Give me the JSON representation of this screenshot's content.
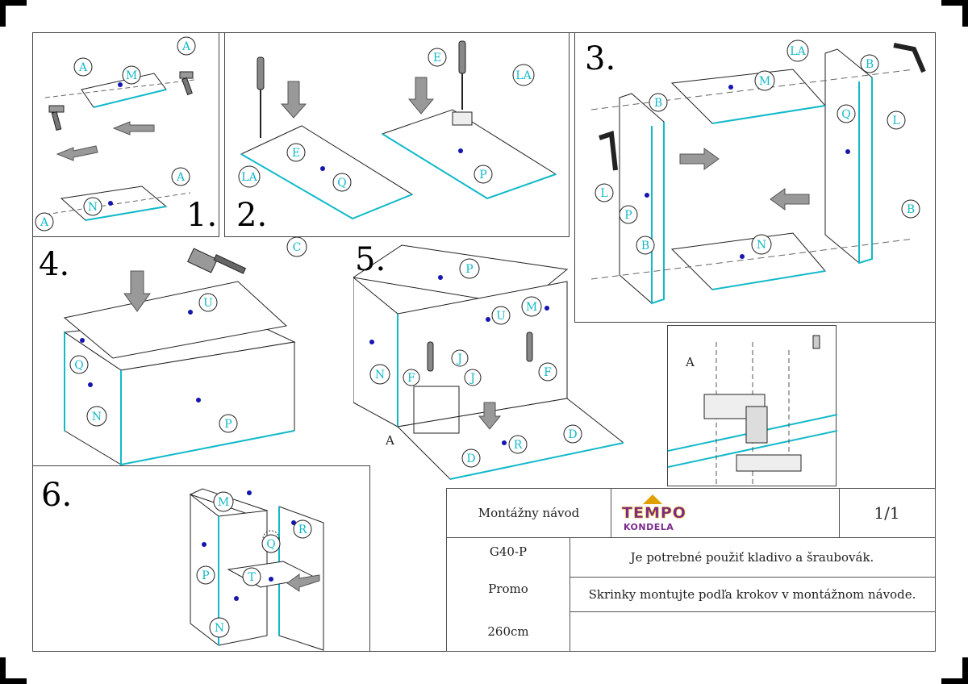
{
  "document": {
    "title": "Montážny návod",
    "page": "1/1",
    "model": "G40-P",
    "name": "Promo",
    "size": "260cm",
    "note1": "Je potrebné použiť kladivo a šraubovák.",
    "note2": "Skrinky montujte podľa krokov v montážnom návode.",
    "logo": {
      "brand": "TEMPO",
      "sub": "KONDELA"
    }
  },
  "steps": [
    {
      "number": "1.",
      "labels": [
        "A",
        "M",
        "A",
        "N",
        "A",
        "A"
      ]
    },
    {
      "number": "2.",
      "labels": [
        "E",
        "LA",
        "Q",
        "E",
        "LA",
        "P"
      ]
    },
    {
      "number": "3.",
      "labels": [
        "LA",
        "B",
        "M",
        "B",
        "L",
        "Q",
        "L",
        "P",
        "B",
        "B",
        "N"
      ]
    },
    {
      "number": "4.",
      "labels": [
        "C",
        "U",
        "Q",
        "N",
        "P"
      ]
    },
    {
      "number": "5.",
      "labels": [
        "P",
        "U",
        "M",
        "N",
        "J",
        "J",
        "F",
        "F",
        "D",
        "D",
        "R"
      ],
      "detail_ref": "A"
    },
    {
      "number": "6.",
      "labels": [
        "M",
        "R",
        "Q",
        "P",
        "T",
        "N"
      ]
    }
  ],
  "detail": {
    "label": "A"
  },
  "colors": {
    "accent": "#12b9c9",
    "dot": "#1515b0",
    "frame": "#444444"
  }
}
